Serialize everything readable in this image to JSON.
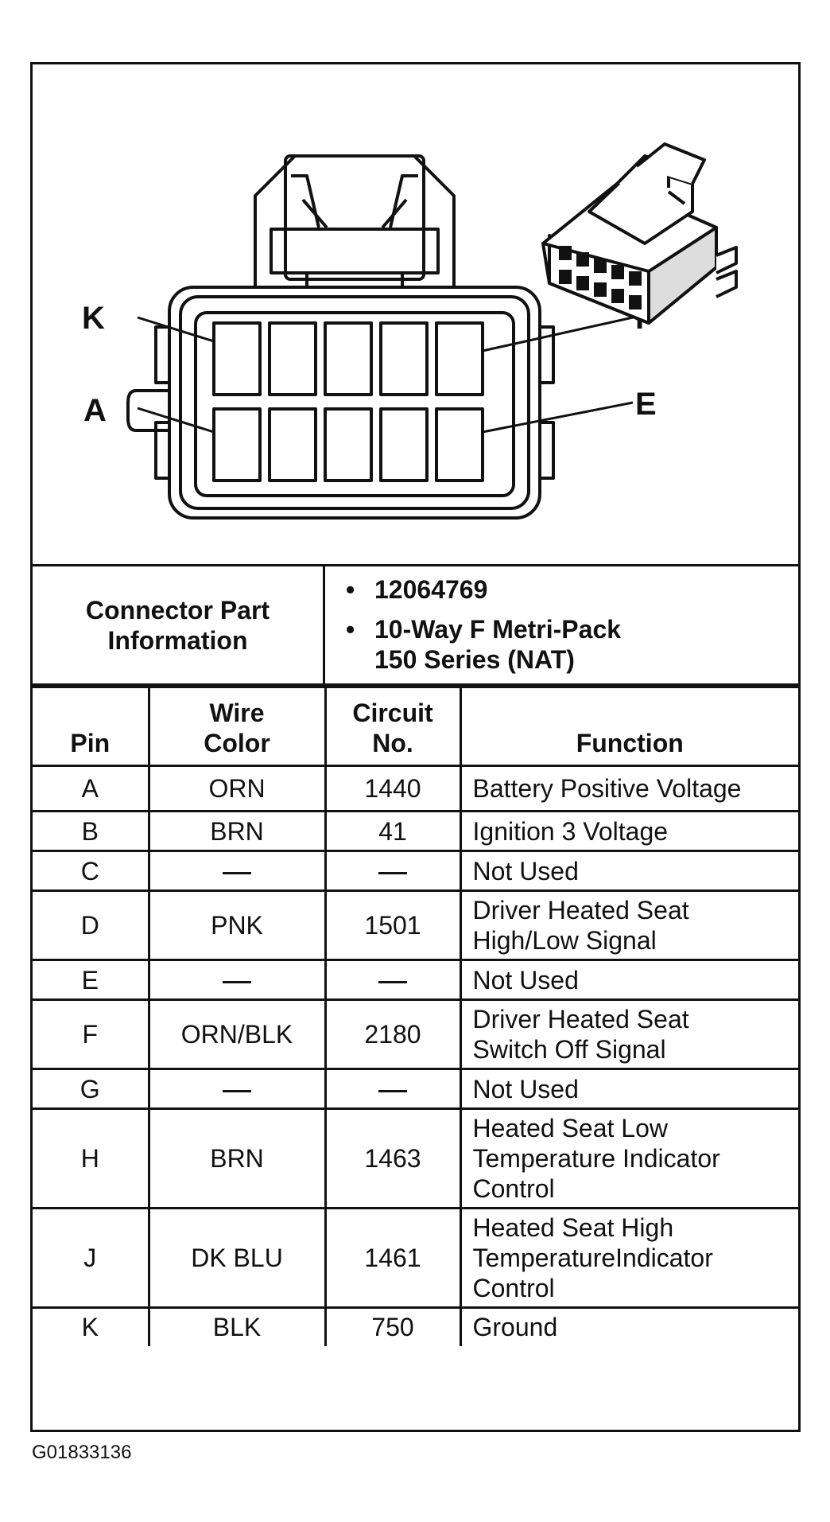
{
  "diagram": {
    "pin_labels": {
      "top_left": "K",
      "top_right": "F",
      "bottom_left": "A",
      "bottom_right": "E"
    }
  },
  "connector_info": {
    "label_line1": "Connector Part",
    "label_line2": "Information",
    "part_number": "12064769",
    "type_line1": "10-Way F Metri-Pack",
    "type_line2": "150 Series (NAT)"
  },
  "table": {
    "headers": {
      "pin": "Pin",
      "wire_color_1": "Wire",
      "wire_color_2": "Color",
      "circuit_1": "Circuit",
      "circuit_2": "No.",
      "function": "Function"
    },
    "rows": [
      {
        "pin": "A",
        "wire": "ORN",
        "circuit": "1440",
        "function": [
          "Battery Positive Voltage"
        ]
      },
      {
        "pin": "B",
        "wire": "BRN",
        "circuit": "41",
        "function": [
          "Ignition 3 Voltage"
        ]
      },
      {
        "pin": "C",
        "wire": "—",
        "circuit": "—",
        "function": [
          "Not Used"
        ]
      },
      {
        "pin": "D",
        "wire": "PNK",
        "circuit": "1501",
        "function": [
          "Driver Heated Seat",
          "High/Low Signal"
        ]
      },
      {
        "pin": "E",
        "wire": "—",
        "circuit": "—",
        "function": [
          "Not Used"
        ]
      },
      {
        "pin": "F",
        "wire": "ORN/BLK",
        "circuit": "2180",
        "function": [
          "Driver Heated Seat",
          "Switch Off Signal"
        ]
      },
      {
        "pin": "G",
        "wire": "—",
        "circuit": "—",
        "function": [
          "Not Used"
        ]
      },
      {
        "pin": "H",
        "wire": "BRN",
        "circuit": "1463",
        "function": [
          "Heated Seat Low",
          "Temperature Indicator",
          "Control"
        ]
      },
      {
        "pin": "J",
        "wire": "DK BLU",
        "circuit": "1461",
        "function": [
          "Heated Seat High",
          "TemperatureIndicator",
          "Control"
        ]
      },
      {
        "pin": "K",
        "wire": "BLK",
        "circuit": "750",
        "function": [
          "Ground"
        ]
      }
    ]
  },
  "figure_id": "G01833136"
}
